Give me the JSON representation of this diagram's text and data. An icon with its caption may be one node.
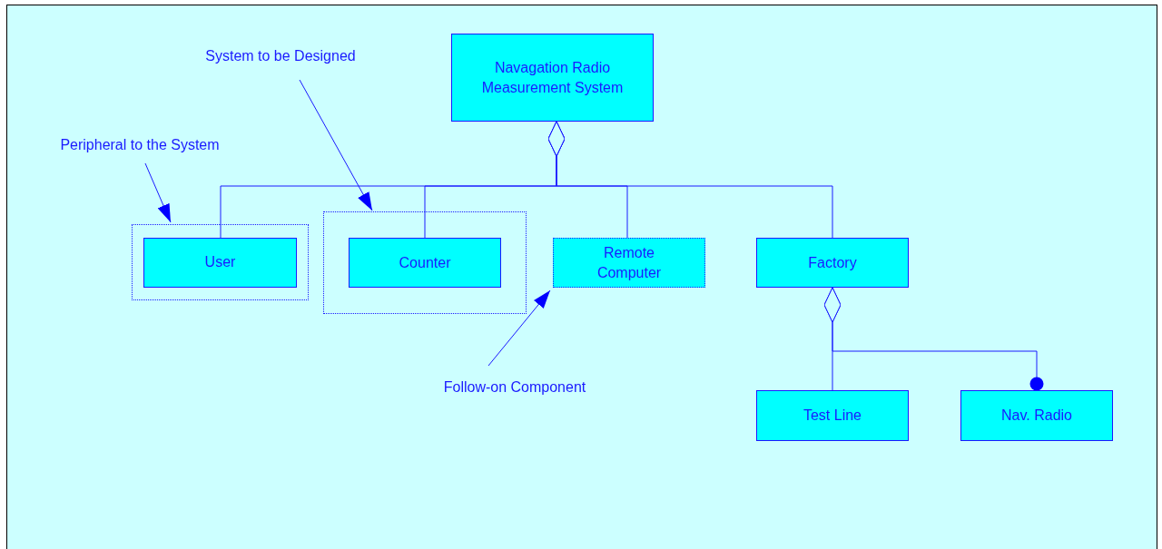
{
  "diagram": {
    "nodes": [
      {
        "text": [
          "Navagation Radio Measurement System"
        ]
      },
      {
        "text": [],
        "shape": "box"
      },
      {
        "text": [
          "User"
        ],
        "in": 1
      },
      {
        "text": [],
        "shape": "box"
      },
      {
        "text": [
          "Counter"
        ],
        "in": 3
      },
      {
        "text": [
          "Remote Computer"
        ]
      },
      {
        "text": [
          "Factory"
        ]
      },
      {
        "text": [
          "Test Line"
        ]
      },
      {
        "text": [
          "Nav. Radio"
        ]
      },
      {
        "text": [
          "Peripheral to the System"
        ]
      },
      {
        "text": [
          "System to be Designed"
        ]
      },
      {
        "text": [
          "Follow-on Component"
        ]
      }
    ],
    "edges": [
      {
        "from": 0,
        "to": 2,
        "arrow": "other"
      },
      {
        "from": 0,
        "to": 4,
        "arrow": "other"
      },
      {
        "from": 0,
        "to": 5,
        "arrow": "other"
      },
      {
        "from": 0,
        "to": 6,
        "arrow": "other"
      },
      {
        "from": 6,
        "to": 7,
        "arrow": "other"
      },
      {
        "from": 6,
        "to": 8,
        "arrow": "other"
      },
      {
        "from": 9,
        "to": 1,
        "arrow": "to"
      },
      {
        "from": 10,
        "to": 3,
        "arrow": "to"
      },
      {
        "from": 11,
        "to": 5,
        "arrow": "to"
      }
    ]
  }
}
